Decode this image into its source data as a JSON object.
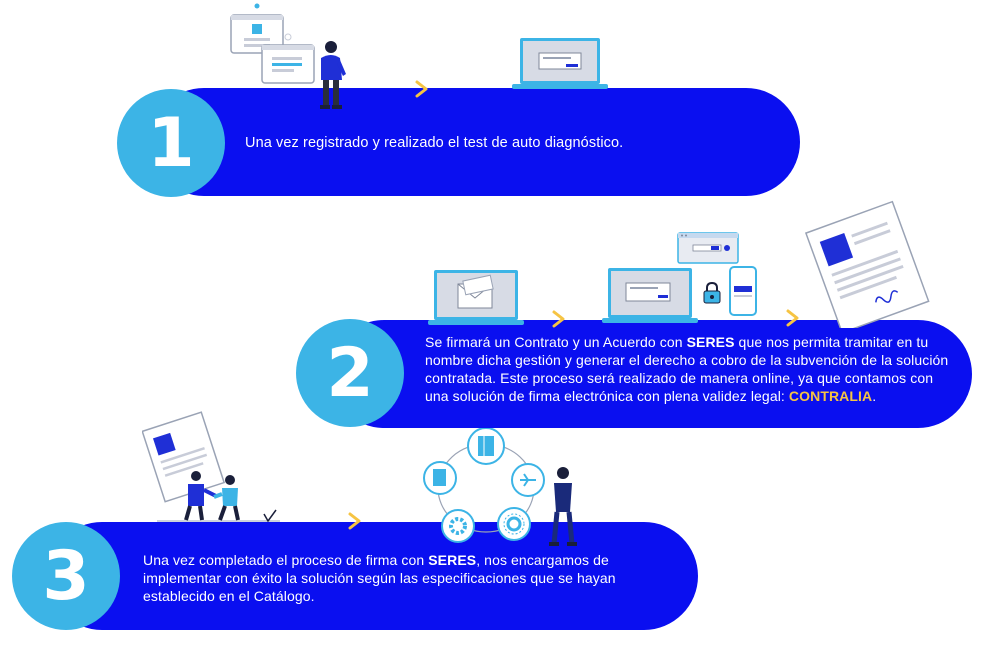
{
  "colors": {
    "band": "#0a0ff0",
    "circle": "#3cb4e6",
    "accent": "#f6c443",
    "navy": "#1a1f6e"
  },
  "steps": [
    {
      "number": "1",
      "text": "Una vez registrado y realizado el test de auto diagnóstico."
    },
    {
      "number": "2",
      "text_a": "Se firmará un Contrato y un Acuerdo con ",
      "bold_a": "SERES",
      "text_b": " que nos permita tramitar en tu nombre dicha gestión y generar el derecho a cobro de la subvención de la solución contratada. Este proceso será realizado de manera online, ya que contamos con una solución de firma electrónica con plena validez legal: ",
      "highlight": "CONTRALIA",
      "text_c": "."
    },
    {
      "number": "3",
      "text_a": "Una vez completado el proceso de firma con ",
      "bold_a": "SERES",
      "text_b": ", nos encargamos de implementar con éxito la solución según las especificaciones que se hayan establecido en el Catálogo."
    }
  ]
}
